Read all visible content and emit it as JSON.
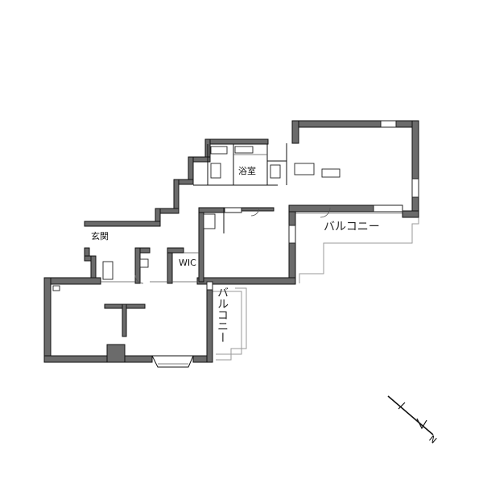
{
  "rooms": {
    "entrance": "玄関",
    "bathroom": "浴室",
    "wic": "WIC",
    "balcony_top": "バルコニー",
    "balcony_side": "バルコニー"
  },
  "compass": {
    "north_letter": "N"
  }
}
